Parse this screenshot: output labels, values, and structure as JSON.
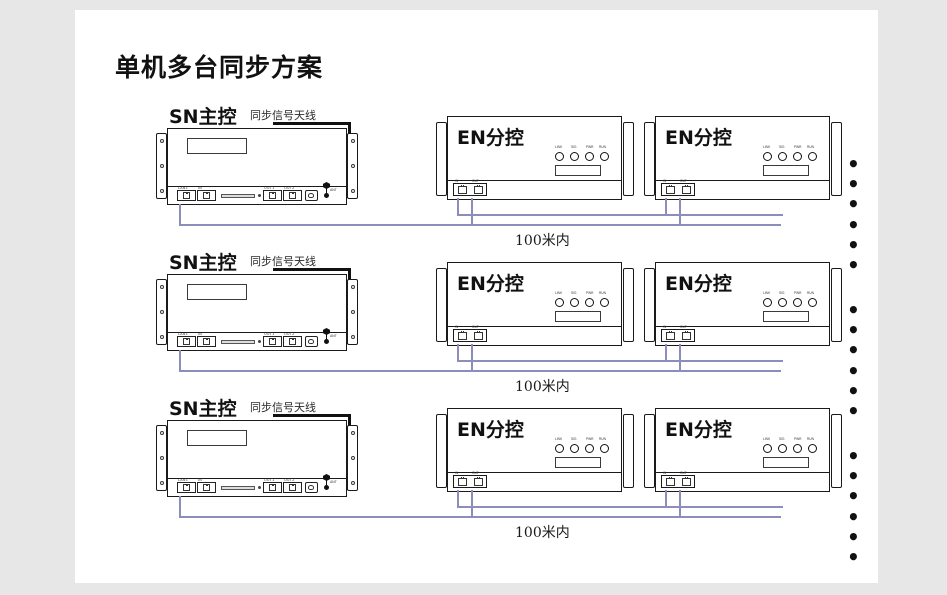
{
  "page": {
    "title": "单机多台同步方案",
    "background_color": "#e7e7e7",
    "canvas_color": "#ffffff",
    "wire_color": "#8d8dbb",
    "outline_color": "#1a1a1a"
  },
  "labels": {
    "master": "SN主控",
    "antenna": "同步信号天线",
    "slave": "EN分控",
    "distance": "100米内",
    "ellipsis": "• • •"
  },
  "port_labels": {
    "sn_p1": "LAN1",
    "sn_p2": "IN",
    "sn_p3": "OUT1",
    "sn_p4": "OUT2",
    "en_p1": "IN",
    "en_p2": "OUT",
    "antenna_port": "ANT"
  },
  "knob_labels": [
    "LINK",
    "SIG",
    "PWR",
    "RUN"
  ],
  "rows": [
    {
      "master": {
        "label": "SN主控",
        "antenna_label": "同步信号天线"
      },
      "slaves": [
        {
          "label": "EN分控"
        },
        {
          "label": "EN分控"
        }
      ],
      "distance": "100米内",
      "more": "• • •"
    },
    {
      "master": {
        "label": "SN主控",
        "antenna_label": "同步信号天线"
      },
      "slaves": [
        {
          "label": "EN分控"
        },
        {
          "label": "EN分控"
        }
      ],
      "distance": "100米内",
      "more": "• • •"
    },
    {
      "master": {
        "label": "SN主控",
        "antenna_label": "同步信号天线"
      },
      "slaves": [
        {
          "label": "EN分控"
        },
        {
          "label": "EN分控"
        }
      ],
      "distance": "100米内",
      "more": "• • •"
    }
  ]
}
